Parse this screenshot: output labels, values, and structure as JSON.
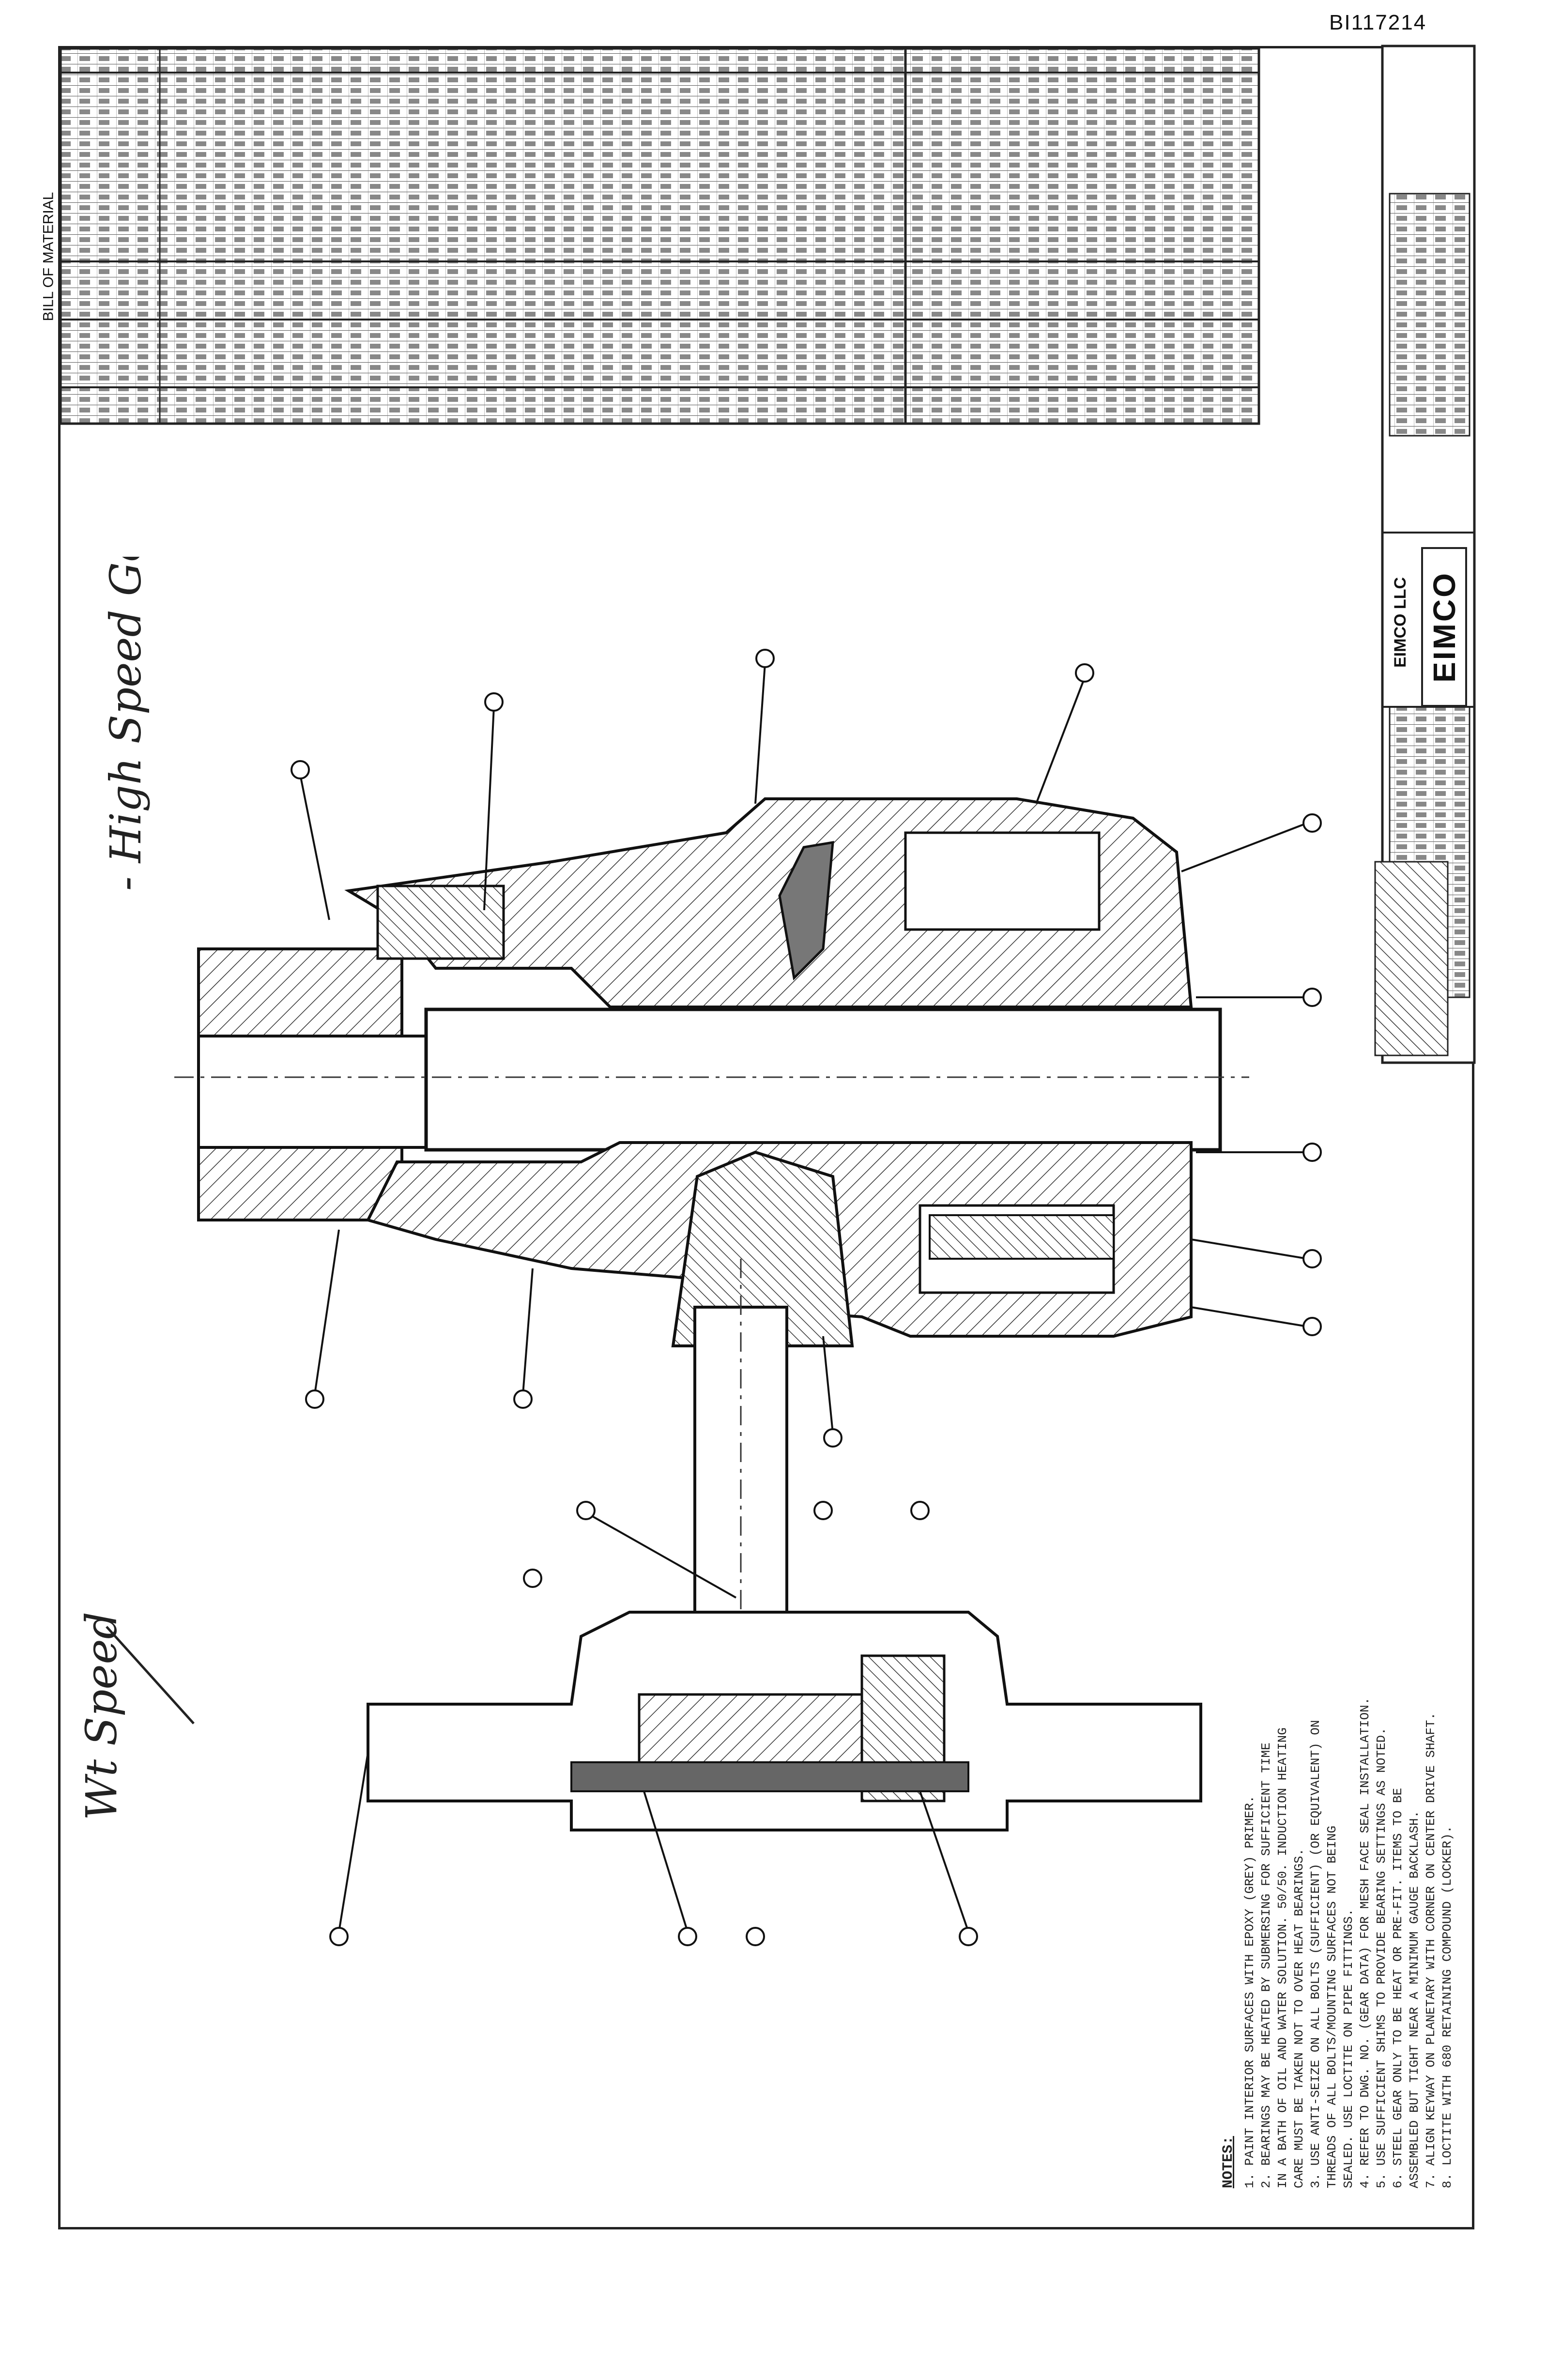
{
  "document": {
    "id": "BI117214",
    "company_logo": "EIMCO",
    "company_name": "EIMCO LLC",
    "bom_title": "BILL OF MATERIAL"
  },
  "notes": {
    "heading": "NOTES:",
    "items": [
      "1. PAINT INTERIOR SURFACES WITH EPOXY (GREY) PRIMER.",
      "2. BEARINGS MAY BE HEATED BY SUBMERSING FOR SUFFICIENT TIME",
      "   IN A BATH OF OIL AND WATER SOLUTION. 50/50. INDUCTION HEATING",
      "   CARE MUST BE TAKEN NOT TO OVER HEAT BEARINGS.",
      "3. USE ANTI-SEIZE ON ALL BOLTS (SUFFICIENT) (OR EQUIVALENT) ON",
      "   THREADS OF ALL BOLTS/MOUNTING SURFACES NOT BEING",
      "   SEALED. USE LOCTITE ON PIPE FITTINGS.",
      "4. REFER TO DWG. NO. (GEAR DATA) FOR MESH FACE SEAL INSTALLATION.",
      "5. USE SUFFICIENT SHIMS TO PROVIDE BEARING SETTINGS AS NOTED.",
      "6. STEEL GEAR ONLY TO BE HEAT OR PRE-FIT. ITEMS TO BE",
      "   ASSEMBLED BUT TIGHT NEAR A MINIMUM GAUGE BACKLASH.",
      "7. ALIGN KEYWAY ON PLANETARY WITH CORNER ON CENTER DRIVE SHAFT.",
      "8. LOCTITE WITH 680 RETAINING COMPOUND (LOCKER)."
    ]
  },
  "handwriting": {
    "note1": "- High Speed Gear Parts",
    "note2": "Wt Speed"
  }
}
